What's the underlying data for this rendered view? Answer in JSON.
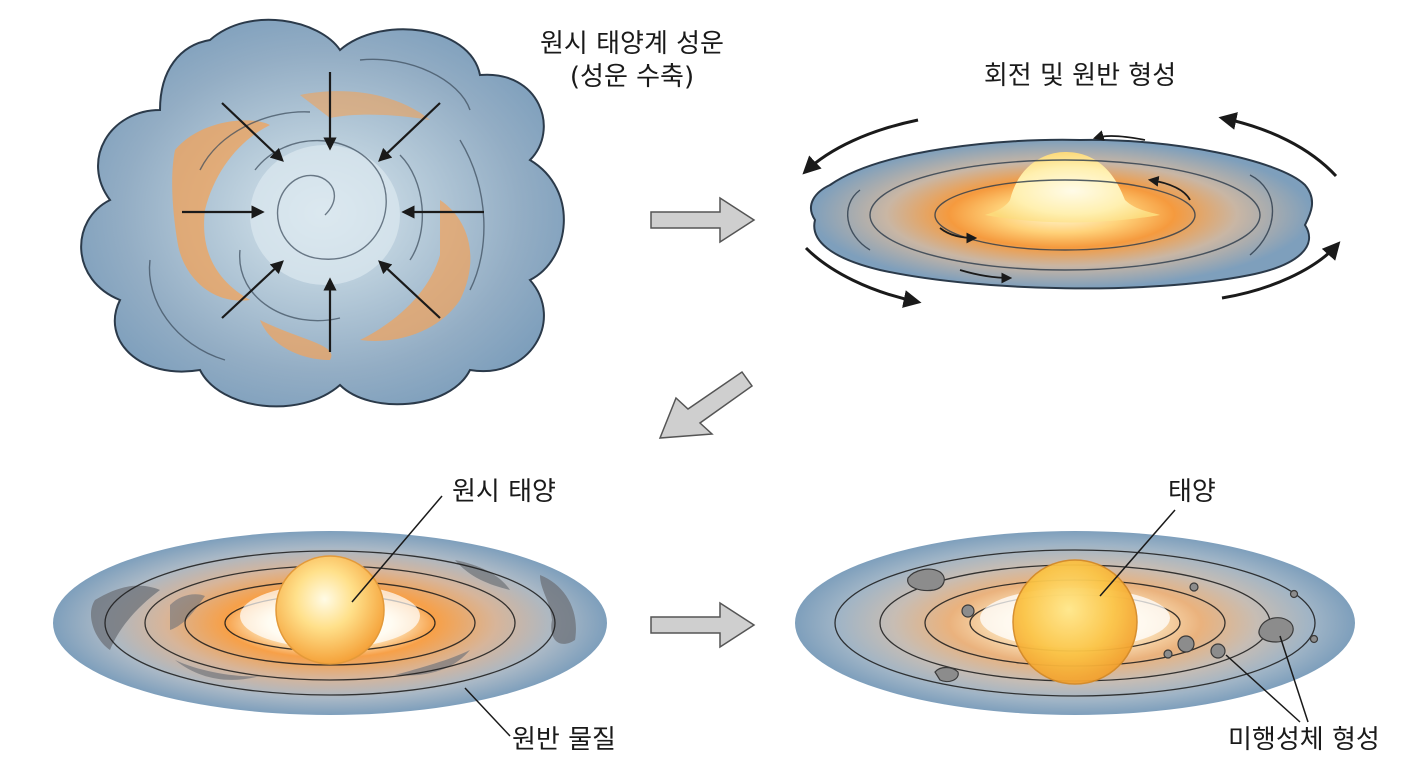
{
  "labels": {
    "stage1_title_line1": "원시 태양계 성운",
    "stage1_title_line2": "(성운 수축)",
    "stage2_title": "회전 및 원반 형성",
    "protosun": "원시 태양",
    "disk_material": "원반 물질",
    "sun": "태양",
    "planetesimals": "미행성체 형성"
  },
  "colors": {
    "cloud_blue": "#7e9fbc",
    "cloud_light": "#c4d6e2",
    "glow_orange": "#f59a3e",
    "core_yellow": "#fff2b8",
    "sun_orange": "#f7b43a",
    "arrow_gray": "#cfcfcf",
    "ink": "#1a1a1a"
  }
}
